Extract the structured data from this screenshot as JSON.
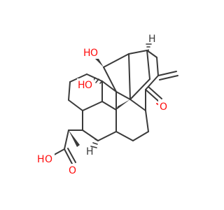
{
  "molecule": {
    "atoms": {
      "oh_top_o": "O",
      "oh_top_h": "H",
      "oh_mid_o": "O",
      "oh_mid_h": "H",
      "ketone_o": "O",
      "acid_oh_h": "H",
      "acid_oh_o": "O",
      "acid_carbonyl_o": "O",
      "stereo_h_top": "H",
      "stereo_h_ring": "H"
    },
    "colors": {
      "bond": "#3a3a3a",
      "oxygen": "#ff0d0d",
      "background": "#ffffff"
    }
  }
}
